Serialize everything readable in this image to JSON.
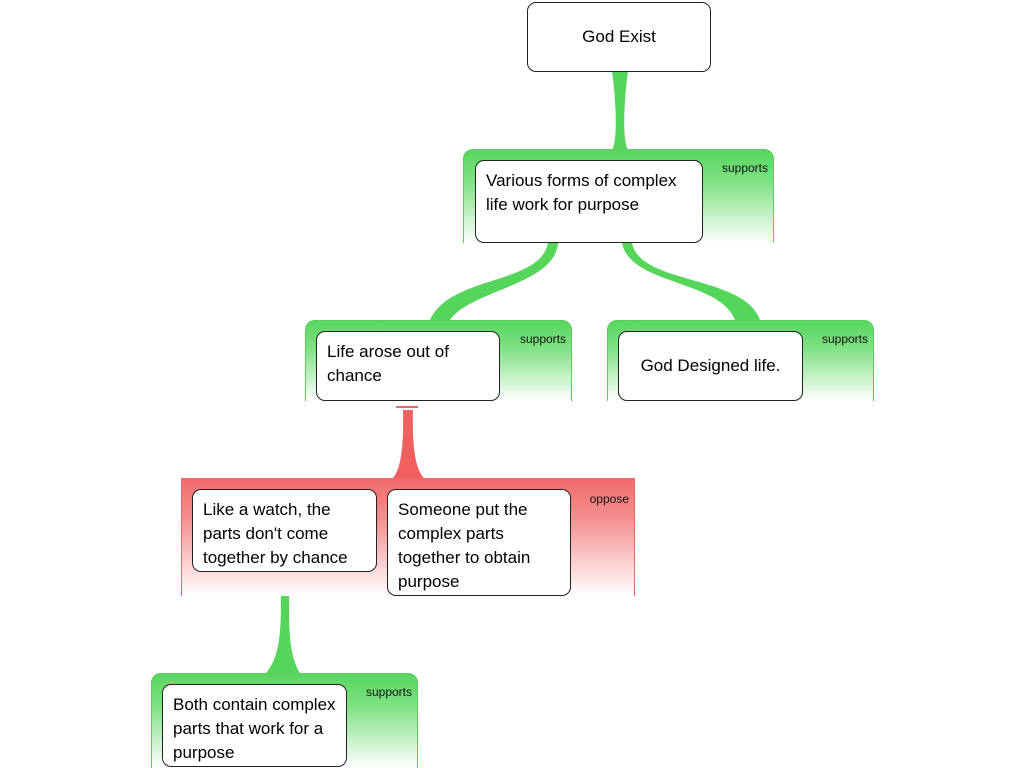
{
  "colors": {
    "supports": "#57d65d",
    "oppose": "#f06a6a",
    "connector_supports": "#55d65a",
    "connector_oppose": "#f06060"
  },
  "nodes": {
    "root": "God Exist",
    "various_forms": "Various forms of complex life work for purpose",
    "life_chance": "Life arose out of chance",
    "god_designed": "God Designed life.",
    "like_watch": "Like a watch, the parts don't come together by chance",
    "someone_put": "Someone put the complex parts together to obtain purpose",
    "both_contain": "Both contain complex parts that work for a purpose"
  },
  "groups": {
    "g1_label": "supports",
    "g2_label": "supports",
    "g3_label": "supports",
    "g4_label": "oppose",
    "g5_label": "supports"
  }
}
